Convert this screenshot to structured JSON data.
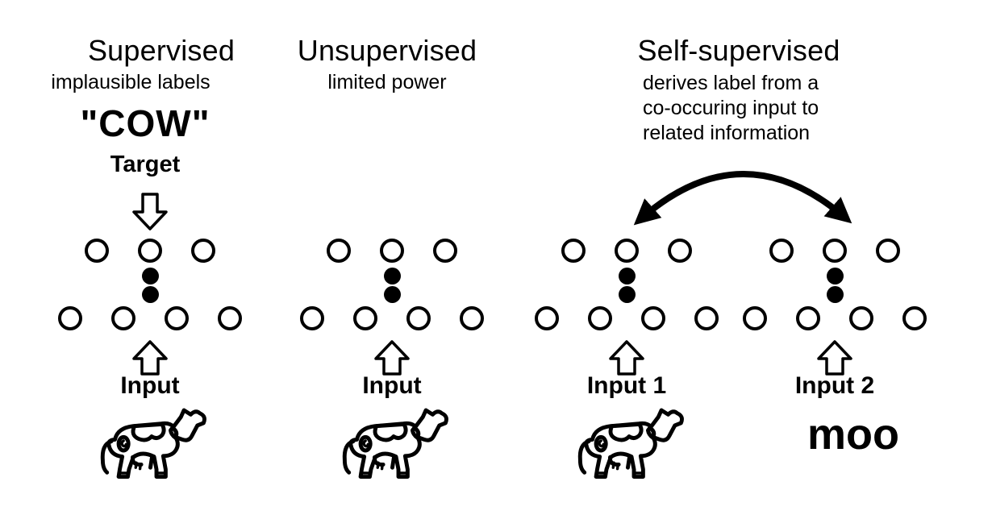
{
  "panels": {
    "supervised": {
      "title": "Supervised",
      "subtitle": "implausible labels",
      "target_label": "\"COW\"",
      "target_caption": "Target",
      "input_label": "Input"
    },
    "unsupervised": {
      "title": "Unsupervised",
      "subtitle": "limited power",
      "input_label": "Input"
    },
    "self_supervised": {
      "title": "Self-supervised",
      "subtitle_lines": [
        "derives label from a",
        "co-occuring input to",
        "related information"
      ],
      "input1_label": "Input 1",
      "input2_label": "Input 2",
      "output_label": "moo"
    }
  },
  "network_template": {
    "rows": [
      {
        "nodes": 3,
        "style": "open"
      },
      {
        "nodes": 2,
        "style": "filled"
      },
      {
        "nodes": 4,
        "style": "open"
      }
    ]
  },
  "icons": {
    "cow": "cow-icon",
    "up_arrow": "up-arrow-icon",
    "down_arrow": "down-arrow-icon",
    "double_arrow": "curved-double-arrow-icon"
  },
  "colors": {
    "foreground": "#000000",
    "background": "#ffffff"
  }
}
